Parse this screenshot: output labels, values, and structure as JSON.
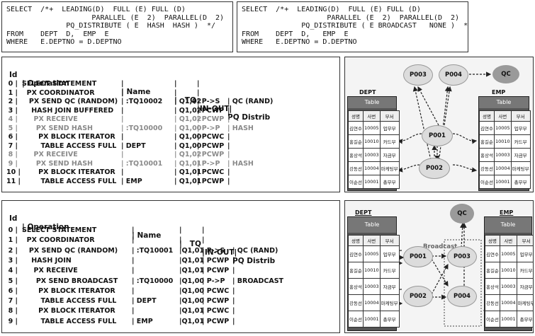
{
  "sql_top_left": "SELECT  /*+  LEADING(D)  FULL (E) FULL (D)\n                    PARALLEL (E  2)  PARALLEL(D  2)\n              PQ_DISTRIBUTE ( E  HASH  HASH )  */    *\nFROM    DEPT  D,  EMP  E\nWHERE   E.DEPTNO = D.DEPTNO",
  "sql_top_right": "SELECT  /*+  LEADING(D)  FULL (E) FULL (D)\n                    PARALLEL (E  2)  PARALLEL(D  2)\n              PQ_DISTRIBUTE ( E BROADCAST   NONE )  */    *\nFROM    DEPT  D,   EMP  E\nWHERE   E.DEPTNO = D.DEPTNO",
  "plan_headers": {
    "id": "Id",
    "operation": "| Operation",
    "name": "| Name",
    "tq": "|   TQ",
    "inout": "|IN-OUT|",
    "pq": "PQ Distrib"
  },
  "plan1": [
    {
      "id": "0 |",
      "op": "SELECT STATEMENT",
      "name": "|",
      "tq": "|",
      "io": "|",
      "pq": "",
      "gray": false
    },
    {
      "id": "1 |",
      "op": "  PX COORDINATOR",
      "name": "|",
      "tq": "|",
      "io": "|",
      "pq": "",
      "gray": false
    },
    {
      "id": "2 |",
      "op": "   PX SEND QC (RANDOM)",
      "name": "| :TQ10002",
      "tq": "| Q1,02",
      "io": "| P->S",
      "pq": "| QC (RAND)",
      "gray": false
    },
    {
      "id": "3 |",
      "op": "    HASH JOIN BUFFERED",
      "name": "|",
      "tq": "| Q1,02",
      "io": "| PCWP",
      "pq": "|",
      "gray": false
    },
    {
      "id": "4 |",
      "op": "     PX RECEIVE",
      "name": "|",
      "tq": "| Q1,02",
      "io": "| PCWP",
      "pq": "|",
      "gray": true
    },
    {
      "id": "5 |",
      "op": "      PX SEND HASH",
      "name": "| :TQ10000",
      "tq": "| Q1,00",
      "io": "| P->P",
      "pq": "| HASH",
      "gray": true
    },
    {
      "id": "6 |",
      "op": "       PX BLOCK ITERATOR",
      "name": "|",
      "tq": "| Q1,00",
      "io": "| PCWC",
      "pq": "|",
      "gray": false
    },
    {
      "id": "7 |",
      "op": "        TABLE ACCESS FULL",
      "name": "| DEPT",
      "tq": "| Q1,00",
      "io": "| PCWP",
      "pq": "|",
      "gray": false
    },
    {
      "id": "8 |",
      "op": "     PX RECEIVE",
      "name": "|",
      "tq": "| Q1,02",
      "io": "| PCWP",
      "pq": "|",
      "gray": true
    },
    {
      "id": "9 |",
      "op": "      PX SEND HASH",
      "name": "| :TQ10001",
      "tq": "| Q1,01",
      "io": "| P->P",
      "pq": "| HASH",
      "gray": true
    },
    {
      "id": "10 |",
      "op": "       PX BLOCK ITERATOR",
      "name": "|",
      "tq": "| Q1,01",
      "io": "| PCWC",
      "pq": "|",
      "gray": false
    },
    {
      "id": "11 |",
      "op": "        TABLE ACCESS FULL",
      "name": "| EMP",
      "tq": "| Q1,01",
      "io": "| PCWP",
      "pq": "|",
      "gray": false
    }
  ],
  "plan2": [
    {
      "id": "0 |",
      "op": "SELECT STATEMENT",
      "name": "|",
      "tq": "|",
      "io": "|",
      "pq": "",
      "gray": false
    },
    {
      "id": "1 |",
      "op": "  PX COORDINATOR",
      "name": "|",
      "tq": "|",
      "io": "|",
      "pq": "",
      "gray": false
    },
    {
      "id": "2 |",
      "op": "   PX SEND QC (RANDOM)",
      "name": "| :TQ10001",
      "tq": "|Q1,01",
      "io": "| P->S",
      "pq": "| QC (RAND)",
      "gray": false
    },
    {
      "id": "3 |",
      "op": "    HASH JOIN",
      "name": "|",
      "tq": "|Q1,01",
      "io": "| PCWP",
      "pq": "|",
      "gray": false
    },
    {
      "id": "4 |",
      "op": "     PX RECEIVE",
      "name": "|",
      "tq": "|Q1,01",
      "io": "| PCWP",
      "pq": "|",
      "gray": false
    },
    {
      "id": "5 |",
      "op": "      PX SEND BROADCAST",
      "name": "| :TQ10000",
      "tq": "|Q1,00",
      "io": "| P->P",
      "pq": "| BROADCAST",
      "gray": false
    },
    {
      "id": "6 |",
      "op": "       PX BLOCK ITERATOR",
      "name": "|",
      "tq": "|Q1,00",
      "io": "| PCWC",
      "pq": "|",
      "gray": false
    },
    {
      "id": "7 |",
      "op": "        TABLE ACCESS FULL",
      "name": "| DEPT",
      "tq": "|Q1,00",
      "io": "| PCWP",
      "pq": "|",
      "gray": false
    },
    {
      "id": "8 |",
      "op": "       PX BLOCK ITERATOR",
      "name": "|",
      "tq": "|Q1,01",
      "io": "| PCWC",
      "pq": "|",
      "gray": false
    },
    {
      "id": "9 |",
      "op": "        TABLE ACCESS FULL",
      "name": "| EMP",
      "tq": "|Q1,01",
      "io": "| PCWP",
      "pq": "|",
      "gray": false
    }
  ],
  "diagram1": {
    "dept_label": "DEPT",
    "emp_label": "EMP",
    "table_title": "Table",
    "cols": [
      "성명",
      "사번",
      "부서"
    ],
    "rows": [
      [
        "김연수",
        "10005",
        "업무부"
      ],
      [
        "홍길순",
        "10010",
        "카드부"
      ],
      [
        "홍상석",
        "10003",
        "자금부"
      ],
      [
        "강동선",
        "10004",
        "마케팅부"
      ],
      [
        "이순선",
        "10001",
        "총무부"
      ]
    ],
    "p003": "P003",
    "p004": "P004",
    "qc": "QC",
    "p001": "P001",
    "p002": "P002"
  },
  "diagram2": {
    "dept_label": "DEPT",
    "emp_label": "EMP",
    "table_title": "Table",
    "cols": [
      "성명",
      "사번",
      "부서"
    ],
    "rows": [
      [
        "김연수",
        "10005",
        "업무부"
      ],
      [
        "홍길순",
        "10010",
        "카드부"
      ],
      [
        "홍상석",
        "10003",
        "자금부"
      ],
      [
        "강동선",
        "10004",
        "마케팅부"
      ],
      [
        "이순선",
        "10001",
        "총무부"
      ]
    ],
    "qc": "QC",
    "broadcast": "Broadcast",
    "p001": "P001",
    "p002": "P002",
    "p003": "P003",
    "p004": "P004"
  }
}
